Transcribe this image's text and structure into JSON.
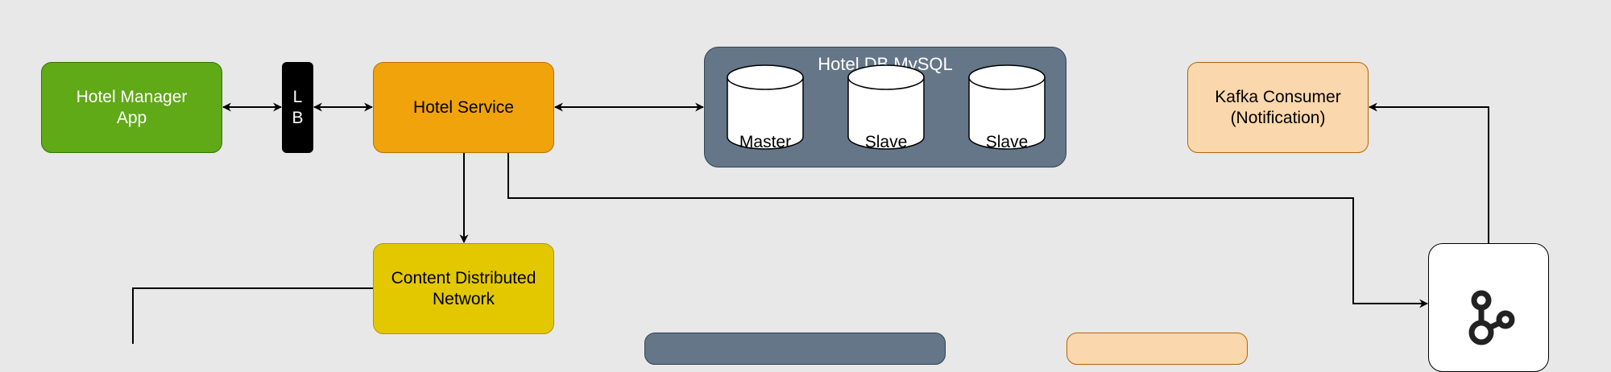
{
  "nodes": {
    "hotel_manager_app": "Hotel Manager\nApp",
    "load_balancer": [
      "L",
      "B"
    ],
    "hotel_service": "Hotel Service",
    "kafka_consumer": "Kafka Consumer\n(Notification)",
    "cdn": "Content Distributed\nNetwork"
  },
  "database": {
    "title": "Hotel DB MySQL",
    "instances": [
      "Master",
      "Slave",
      "Slave"
    ]
  },
  "icons": {
    "kafka_broker": "kafka-icon"
  },
  "colors": {
    "background": "#e8e8e8",
    "hotel_manager_app": "#60a917",
    "load_balancer": "#000000",
    "hotel_service": "#f0a30a",
    "kafka_consumer": "#fad7ac",
    "cdn": "#e3c800",
    "database_group": "#647687",
    "kafka_broker": "#ffffff"
  }
}
